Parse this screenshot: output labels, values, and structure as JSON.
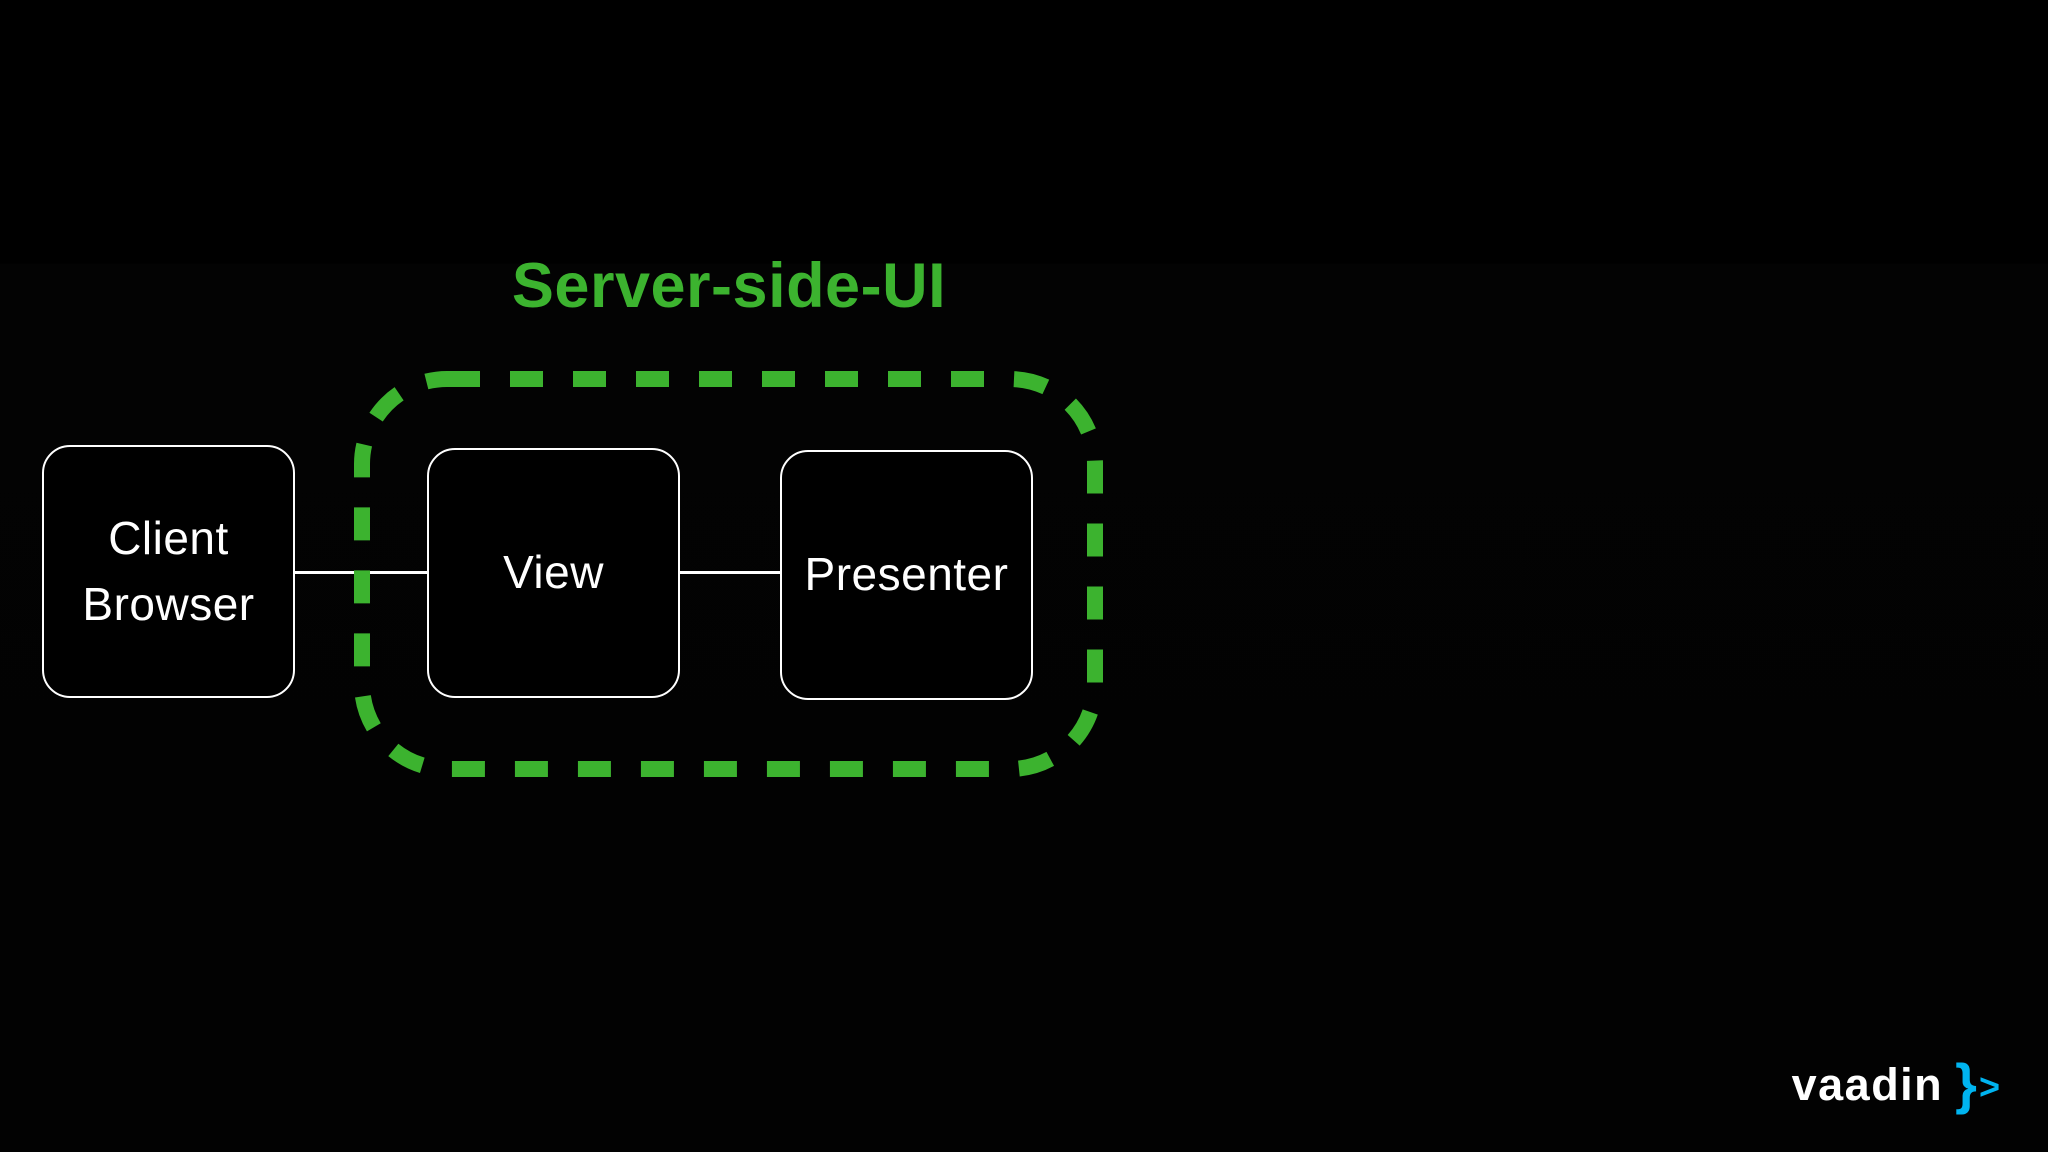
{
  "slide": {
    "background_color": "#000000"
  },
  "diagram": {
    "group": {
      "label": "Server-side-UI",
      "border_color": "#3CB32F",
      "label_color": "#3CB32F"
    },
    "nodes": {
      "client_browser": {
        "label": "Client Browser"
      },
      "view": {
        "label": "View"
      },
      "presenter": {
        "label": "Presenter"
      }
    },
    "edge_color": "#ffffff",
    "node_border_color": "#ffffff"
  },
  "logo": {
    "wordmark": "vaadin",
    "brace_glyph": "}",
    "chevron_glyph": ">",
    "wordmark_color": "#ffffff",
    "accent_color": "#00B4F0"
  }
}
